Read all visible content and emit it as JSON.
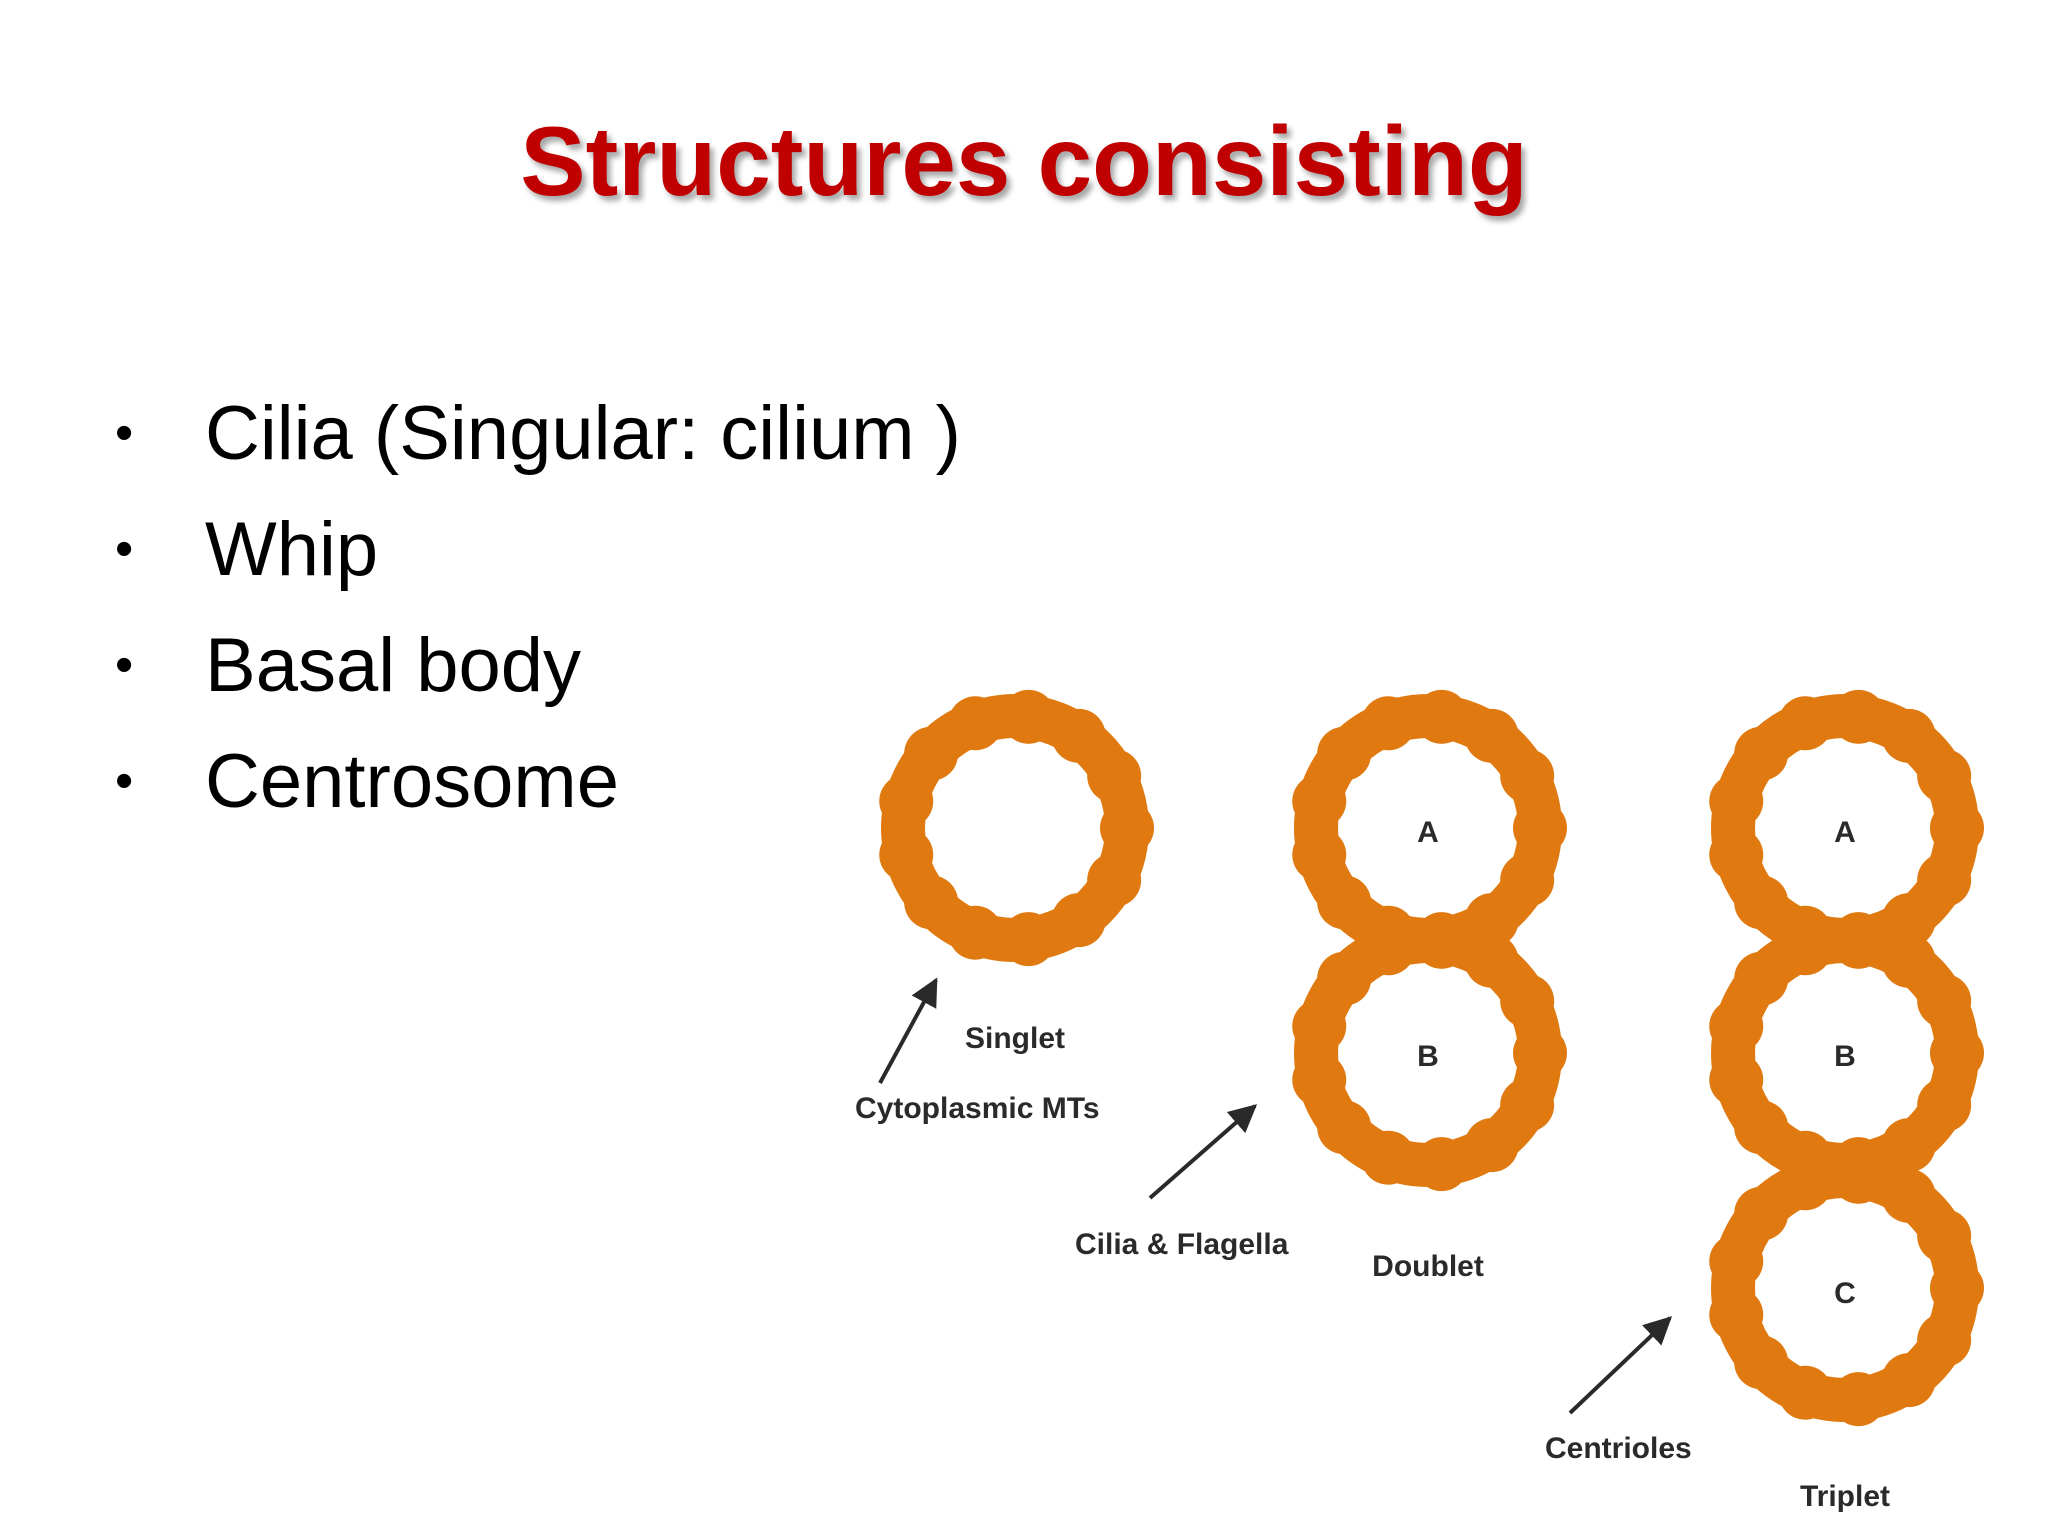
{
  "slide": {
    "title": "Structures consisting",
    "bullets": [
      "Cilia (Singular: cilium )",
      "Whip",
      "Basal body",
      "Centrosome"
    ],
    "bullet_glyph": "•",
    "title_color": "#c00000"
  },
  "diagram": {
    "tubule_color": "#e07a10",
    "groups": [
      {
        "name": "Singlet",
        "type_label": "Singlet",
        "pointer_label": "Cytoplasmic MTs",
        "tubules": []
      },
      {
        "name": "Doublet",
        "type_label": "Doublet",
        "pointer_label": "Cilia & Flagella",
        "tubules": [
          "A",
          "B"
        ]
      },
      {
        "name": "Triplet",
        "type_label": "Triplet",
        "pointer_label": "Centrioles",
        "tubules": [
          "A",
          "B",
          "C"
        ]
      }
    ]
  }
}
